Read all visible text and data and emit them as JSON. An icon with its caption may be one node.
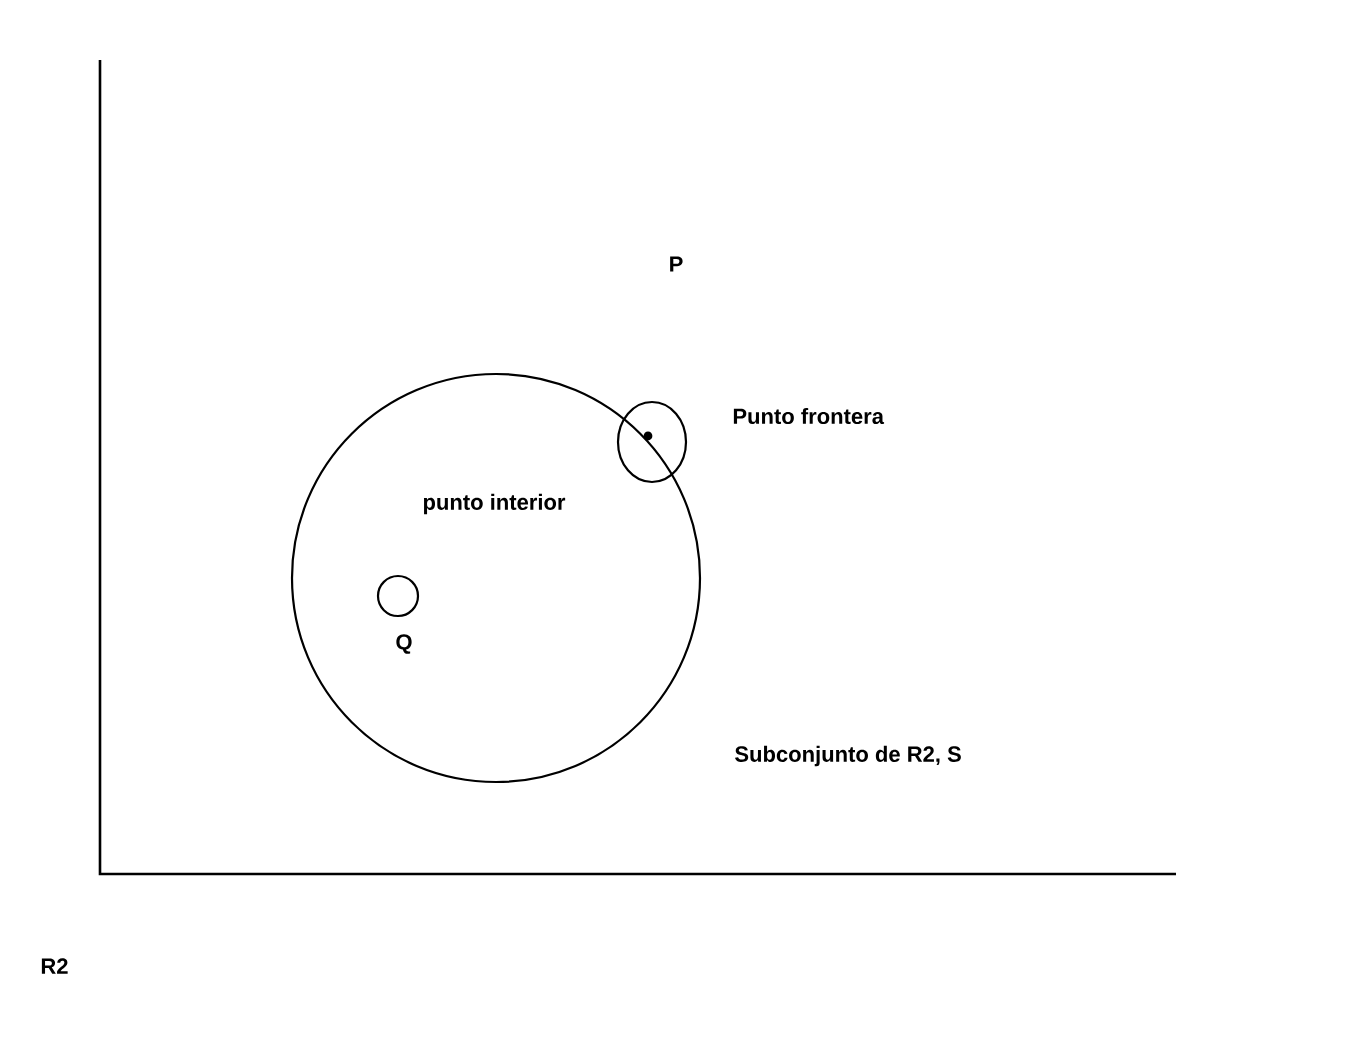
{
  "diagram": {
    "labels": [
      "P",
      "Punto frontera",
      "punto interior",
      "Q",
      "Subconjunto de R2, S",
      "R2"
    ]
  }
}
